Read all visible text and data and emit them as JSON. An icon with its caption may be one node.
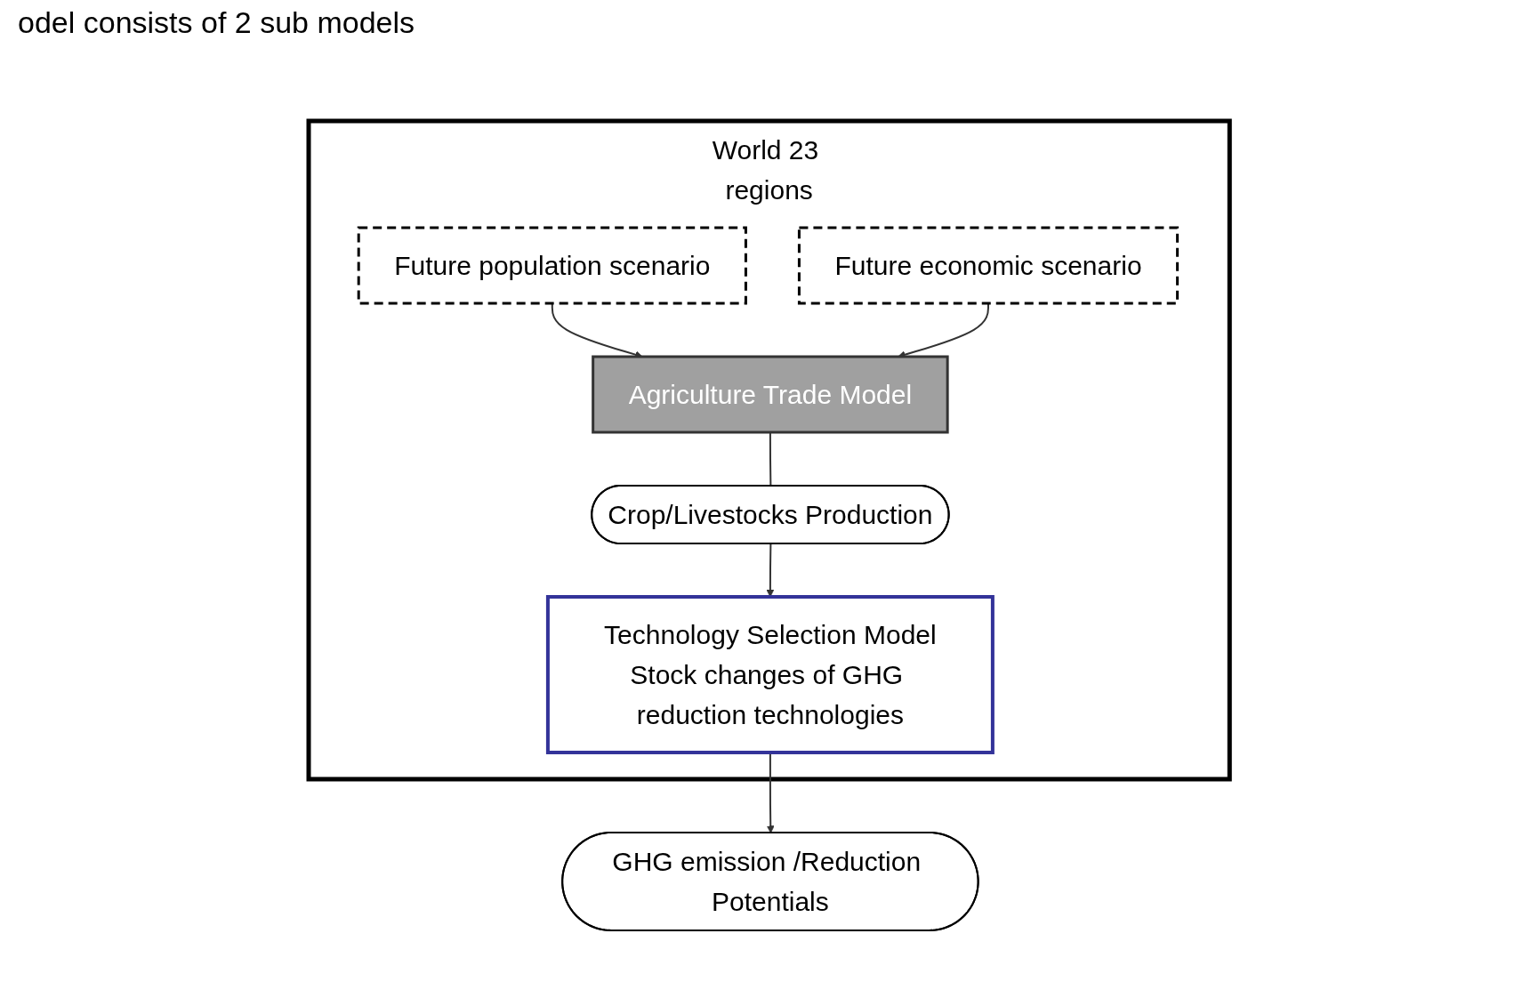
{
  "diagram": {
    "title": "odel consists of 2 sub models",
    "nodes": [
      {
        "text": [
          "World 23 regions"
        ]
      },
      {
        "text": [
          "Future population scenario"
        ],
        "in": 0
      },
      {
        "text": [
          "Future economic scenario"
        ],
        "in": 0
      },
      {
        "text": [
          "Agriculture Trade Model"
        ],
        "in": 0
      },
      {
        "text": [
          "Crop/Livestocks Production"
        ],
        "in": 0
      },
      {
        "text": [
          "Technology Selection Model",
          "Stock changes of GHG reduction technologies"
        ],
        "in": 0
      },
      {
        "text": [
          "GHG emission /Reduction Potentials"
        ]
      }
    ],
    "edges": [
      {
        "from": 1,
        "to": 3,
        "arrow": "to"
      },
      {
        "from": 2,
        "to": 3,
        "arrow": "to"
      },
      {
        "from": 3,
        "to": 4,
        "arrow": "none"
      },
      {
        "from": 4,
        "to": 5,
        "arrow": "to"
      },
      {
        "from": 5,
        "to": 6,
        "arrow": "to"
      }
    ]
  }
}
